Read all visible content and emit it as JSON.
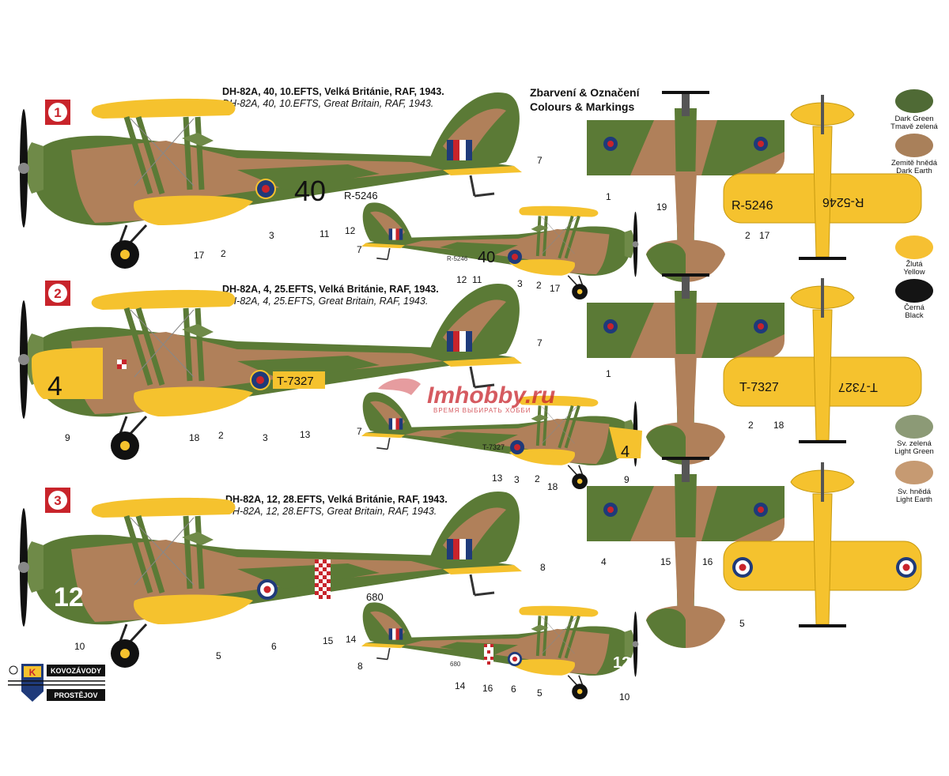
{
  "captions": [
    {
      "num": "1",
      "cz": "DH-82A, 40, 10.EFTS, Velká Británie, RAF, 1943.",
      "en": "DH-82A, 40, 10.EFTS, Great Britain, RAF, 1943."
    },
    {
      "num": "2",
      "cz": "DH-82A, 4, 25.EFTS, Velká Británie, RAF, 1943.",
      "en": "DH-82A, 4, 25.EFTS, Great Britain, RAF, 1943."
    },
    {
      "num": "3",
      "cz": "DH-82A, 12, 28.EFTS, Velká Británie, RAF, 1943.",
      "en": "DH-82A, 12, 28.EFTS, Great Britain, RAF, 1943."
    }
  ],
  "heading": {
    "cz": "Zbarvení & Označení",
    "en": "Colours & Markings"
  },
  "aircraft": [
    {
      "code": "40",
      "serial": "R-5246",
      "small_code": "40",
      "small_serial": "R-5246",
      "underwing": "R-5246"
    },
    {
      "code": "4",
      "serial": "T-7327",
      "small_code": "4",
      "small_serial": "T-7327",
      "underwing": "T-7327"
    },
    {
      "code": "12",
      "serial": "680",
      "small_code": "12",
      "small_serial": "680"
    }
  ],
  "callouts": {
    "p1": [
      "7",
      "3",
      "11",
      "12",
      "17",
      "2"
    ],
    "p1s": [
      "7",
      "12",
      "11",
      "3",
      "2",
      "17"
    ],
    "p2": [
      "7",
      "9",
      "18",
      "2",
      "3",
      "13"
    ],
    "p2s": [
      "7",
      "13",
      "3",
      "2",
      "18",
      "9"
    ],
    "p3": [
      "8",
      "10",
      "5",
      "6",
      "15",
      "14"
    ],
    "p3s": [
      "8",
      "14",
      "16",
      "6",
      "5",
      "10"
    ],
    "top1": [
      "1",
      "19"
    ],
    "bot1": [
      "2",
      "17"
    ],
    "top2": [
      "1"
    ],
    "bot2": [
      "2",
      "18"
    ],
    "top3": [
      "4",
      "15",
      "16"
    ],
    "bot3": [
      "5"
    ]
  },
  "swatches": [
    {
      "cz": "Dark Green",
      "en": "Tmavě zelená",
      "color": "#4f6a35"
    },
    {
      "cz": "Zemitě hnědá",
      "en": "Dark Earth",
      "color": "#a9805a"
    },
    {
      "cz": "Žlutá",
      "en": "Yellow",
      "color": "#f6c032"
    },
    {
      "cz": "Černá",
      "en": "Black",
      "color": "#141414"
    },
    {
      "cz": "Sv. zelená",
      "en": "Light Green",
      "color": "#8c9a76"
    },
    {
      "cz": "Sv. hnědá",
      "en": "Light Earth",
      "color": "#c69a72"
    }
  ],
  "colors": {
    "green": "#5b7a36",
    "earth": "#b0805a",
    "yellow": "#f5c22e",
    "red": "#c8242b",
    "blue": "#1f3a7a",
    "black": "#111111"
  },
  "watermark": {
    "site": "Imhobby.ru",
    "tagline": "ВРЕМЯ ВЫБИРАТЬ ХОББИ"
  },
  "logo": {
    "line1": "KOVOZÁVODY",
    "line2": "PROSTĚJOV",
    "mark": "K"
  }
}
